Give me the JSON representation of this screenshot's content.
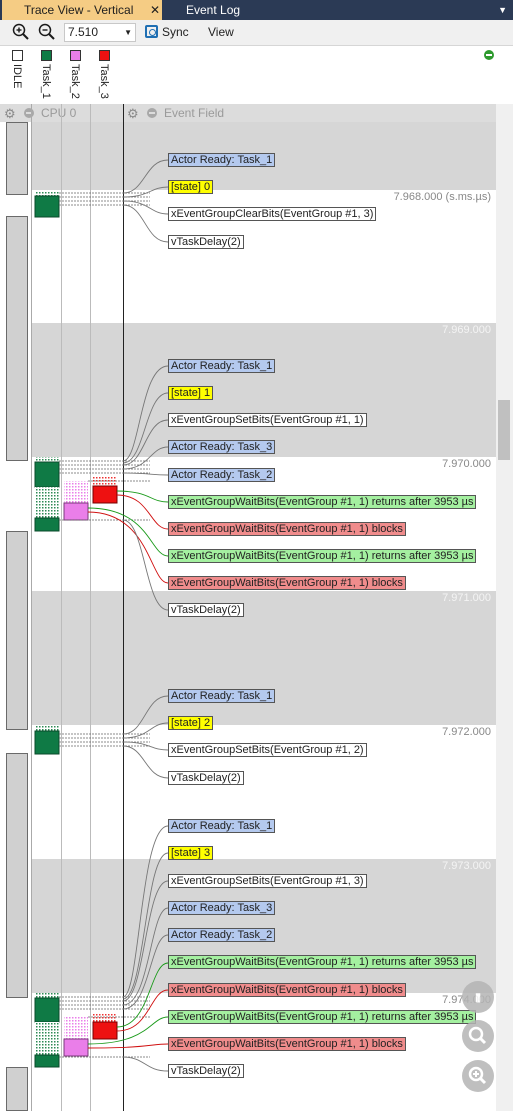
{
  "tabs": {
    "active": "Trace View - Vertical",
    "inactive": "Event Log",
    "close": "✕"
  },
  "toolbar": {
    "zoom_value": "7.510",
    "sync_label": "Sync",
    "view_label": "View"
  },
  "tasks": [
    {
      "name": "IDLE",
      "color": "#ffffff"
    },
    {
      "name": "Task_1",
      "color": "#0f7a45"
    },
    {
      "name": "Task_2",
      "color": "#ea7ee9"
    },
    {
      "name": "Task_3",
      "color": "#ee1111"
    }
  ],
  "columns": {
    "cpu": "CPU 0",
    "events": "Event Field"
  },
  "timestamps": [
    "7.968.000 (s.ms.µs)",
    "7.969.000",
    "7.970.000",
    "7.971.000",
    "7.972.000",
    "7.973.000",
    "7.974.000"
  ],
  "events": [
    {
      "text": "Actor Ready: Task_1",
      "type": "blue"
    },
    {
      "text": "[state] 0",
      "type": "yellow"
    },
    {
      "text": "xEventGroupClearBits(EventGroup #1, 3)",
      "type": "white"
    },
    {
      "text": "vTaskDelay(2)",
      "type": "white"
    },
    {
      "text": "Actor Ready: Task_1",
      "type": "blue"
    },
    {
      "text": "[state] 1",
      "type": "yellow"
    },
    {
      "text": "xEventGroupSetBits(EventGroup #1, 1)",
      "type": "white"
    },
    {
      "text": "Actor Ready: Task_3",
      "type": "blue"
    },
    {
      "text": "Actor Ready: Task_2",
      "type": "blue"
    },
    {
      "text": "xEventGroupWaitBits(EventGroup #1, 1) returns after 3953 µs",
      "type": "green"
    },
    {
      "text": "xEventGroupWaitBits(EventGroup #1, 1) blocks",
      "type": "red"
    },
    {
      "text": "xEventGroupWaitBits(EventGroup #1, 1) returns after 3953 µs",
      "type": "green"
    },
    {
      "text": "xEventGroupWaitBits(EventGroup #1, 1) blocks",
      "type": "red"
    },
    {
      "text": "vTaskDelay(2)",
      "type": "white"
    },
    {
      "text": "Actor Ready: Task_1",
      "type": "blue"
    },
    {
      "text": "[state] 2",
      "type": "yellow"
    },
    {
      "text": "xEventGroupSetBits(EventGroup #1, 2)",
      "type": "white"
    },
    {
      "text": "vTaskDelay(2)",
      "type": "white"
    },
    {
      "text": "Actor Ready: Task_1",
      "type": "blue"
    },
    {
      "text": "[state] 3",
      "type": "yellow"
    },
    {
      "text": "xEventGroupSetBits(EventGroup #1, 3)",
      "type": "white"
    },
    {
      "text": "Actor Ready: Task_3",
      "type": "blue"
    },
    {
      "text": "Actor Ready: Task_2",
      "type": "blue"
    },
    {
      "text": "xEventGroupWaitBits(EventGroup #1, 1) returns after 3953 µs",
      "type": "green"
    },
    {
      "text": "xEventGroupWaitBits(EventGroup #1, 1) blocks",
      "type": "red"
    },
    {
      "text": "xEventGroupWaitBits(EventGroup #1, 1) returns after 3953 µs",
      "type": "green"
    },
    {
      "text": "xEventGroupWaitBits(EventGroup #1, 1) blocks",
      "type": "red"
    },
    {
      "text": "vTaskDelay(2)",
      "type": "white"
    }
  ],
  "fab_icons": [
    "trace-icon",
    "search-icon",
    "zoom-in-icon"
  ]
}
